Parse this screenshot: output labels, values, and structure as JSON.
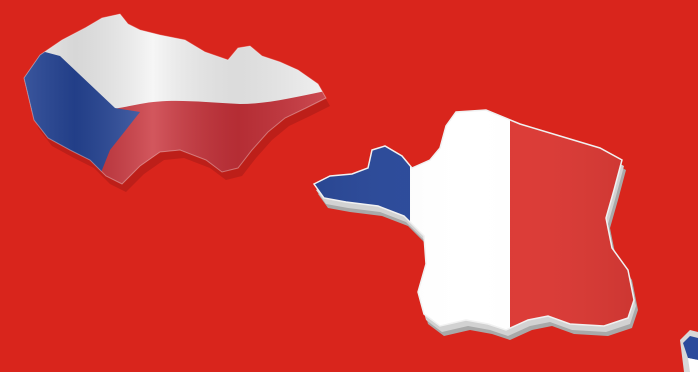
{
  "colors": {
    "background": "#d9251c",
    "czech_white": "#f4f4f4",
    "czech_red": "#c9323a",
    "czech_blue": "#27479a",
    "france_blue": "#2b4a9b",
    "france_white": "#ffffff",
    "france_red": "#dd3a35",
    "relief_shadow": "#a9a9a9"
  },
  "shapes": {
    "czech": "czech-republic-flag-map",
    "france": "france-flag-map",
    "partial": "partial-flag-map-edge"
  }
}
